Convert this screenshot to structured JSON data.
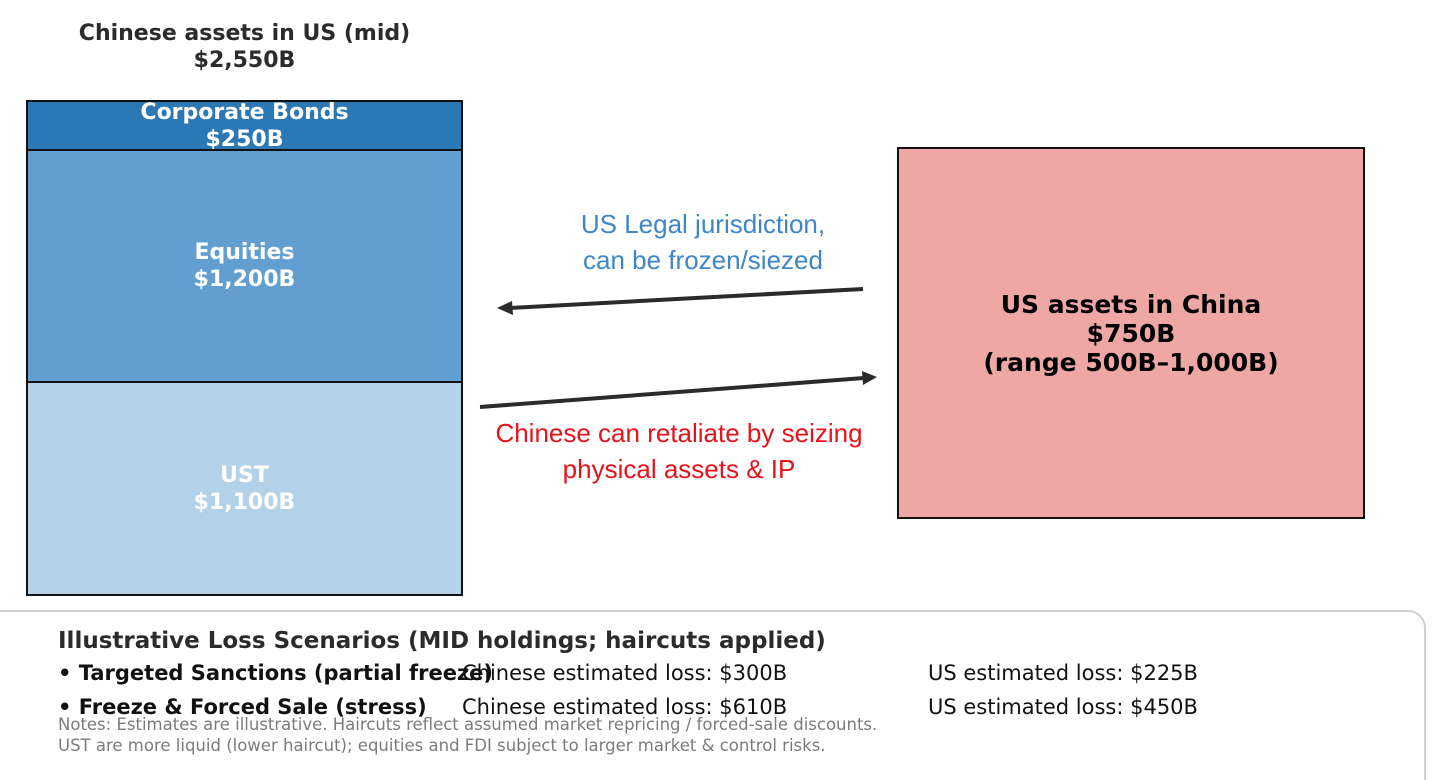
{
  "left": {
    "title": "Chinese assets in US (mid)",
    "total": "$2,550B",
    "segments": [
      {
        "name": "Corporate Bonds",
        "value": "$250B",
        "color": "#2b78b4"
      },
      {
        "name": "Equities",
        "value": "$1,200B",
        "color": "#629fd0"
      },
      {
        "name": "UST",
        "value": "$1,100B",
        "color": "#b3d2e8"
      }
    ]
  },
  "right": {
    "title": "US assets in China",
    "value": "$750B",
    "range": "(range 500B–1,000B)",
    "color": "#efa7a6"
  },
  "arrows": {
    "top_label_line1": "US Legal jurisdiction,",
    "top_label_line2": "can be frozen/siezed",
    "top_label_color": "#3e86c8",
    "bottom_label_line1": "Chinese can retaliate by seizing",
    "bottom_label_line2": "physical assets & IP",
    "bottom_label_color": "#e8121a"
  },
  "scenarios": {
    "title": "Illustrative Loss Scenarios (MID holdings; haircuts applied)",
    "rows": [
      {
        "name": "• Targeted Sanctions (partial freeze)",
        "chinese_loss": "Chinese estimated loss: $300B",
        "us_loss": "US estimated loss: $225B"
      },
      {
        "name": "• Freeze & Forced Sale (stress)",
        "chinese_loss": "Chinese estimated loss: $610B",
        "us_loss": "US estimated loss: $450B"
      }
    ],
    "notes_line1": "Notes: Estimates are illustrative. Haircuts reflect assumed market repricing / forced-sale discounts.",
    "notes_line2": "UST are more liquid (lower haircut); equities and FDI subject to larger market & control risks."
  }
}
